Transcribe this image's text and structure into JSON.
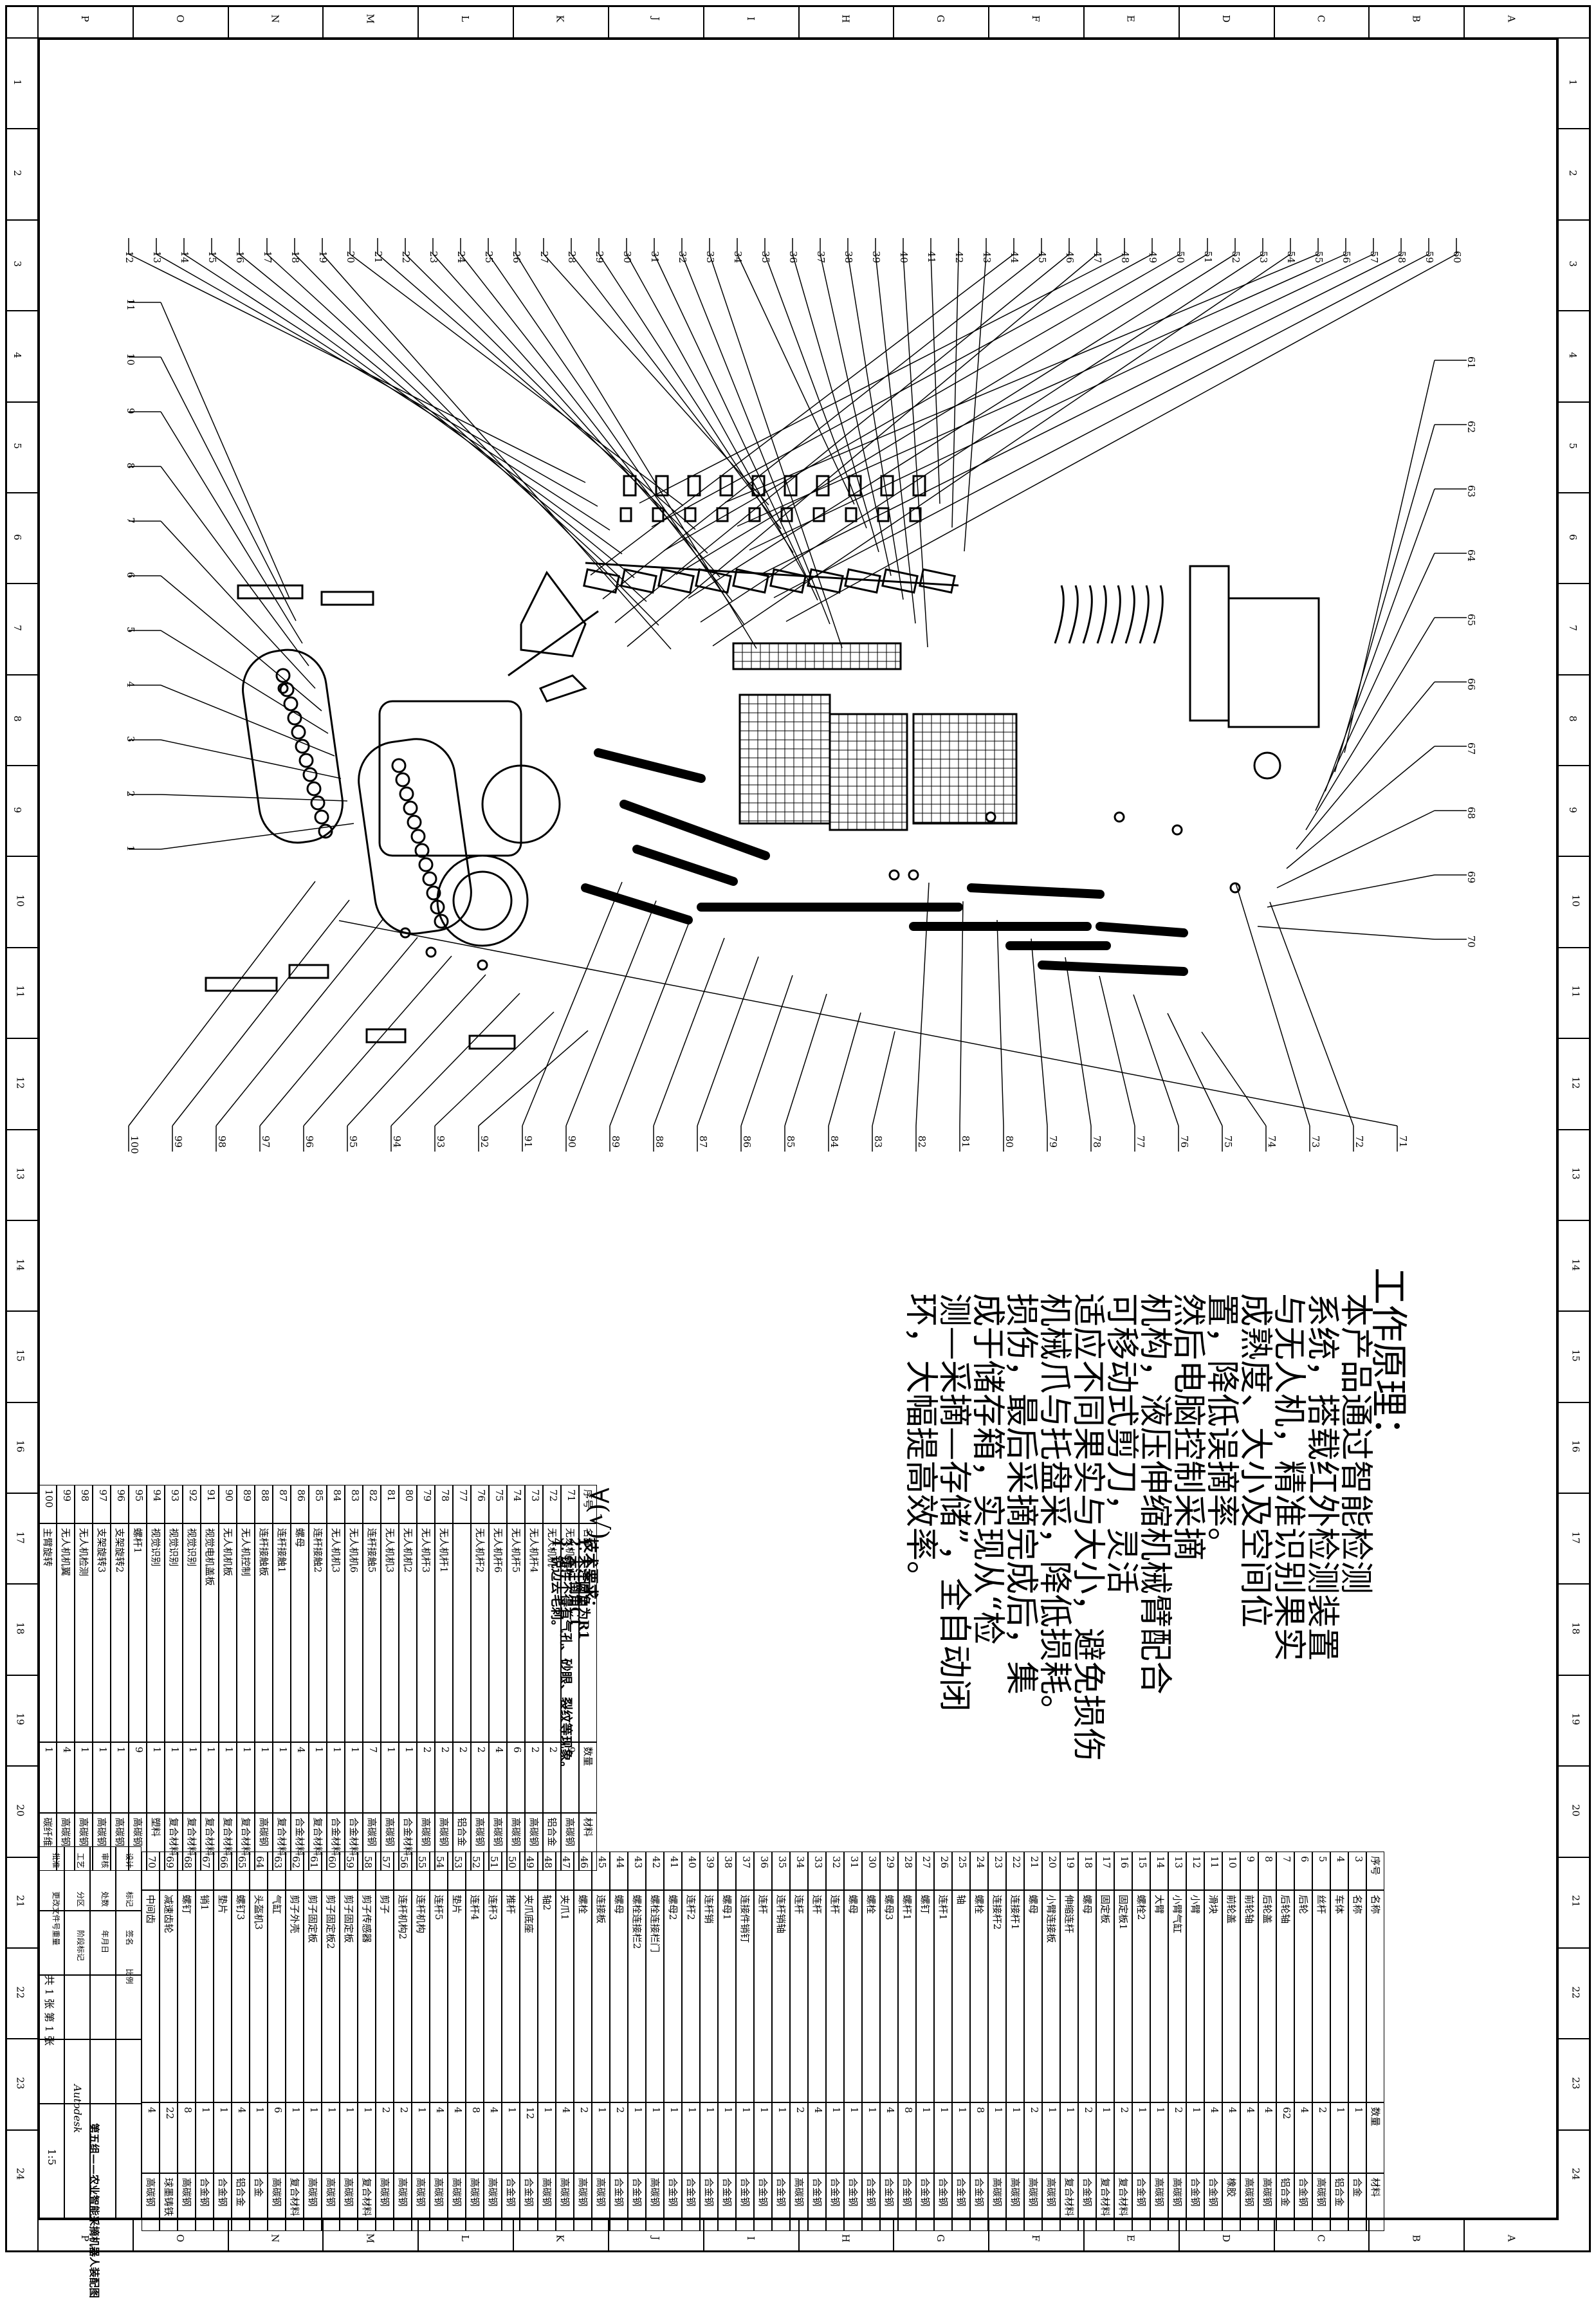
{
  "frame": {
    "cols_top": [
      "P",
      "O",
      "N",
      "M",
      "L",
      "K",
      "J",
      "I",
      "H",
      "G",
      "F",
      "E",
      "D",
      "C",
      "B",
      "A"
    ],
    "rows_side": [
      "1",
      "2",
      "3",
      "4",
      "5",
      "6",
      "7",
      "8",
      "9",
      "10",
      "11",
      "12",
      "13",
      "14",
      "15",
      "16",
      "17",
      "18",
      "19",
      "20",
      "21",
      "22",
      "23",
      "24"
    ]
  },
  "principle": {
    "title": "工作原理：",
    "lines": [
      "本产品通过智能检测",
      "系统，搭载红外检测装置",
      "与无人机，精准识别果实",
      "成熟度、大小及空间位",
      "置，降低误摘率。",
      "然后电脑控制采摘",
      "机构，液压伸缩机械臂配合",
      "可移动式剪刀，灵活",
      "适应不同果实与大小，避免损伤",
      "机械爪与托盘采，降低损耗。",
      "损伤，最后采摘完成后，集",
      "成于储存箱，实现从“检",
      "测—采摘—存储”，全自动闭",
      "环，大幅提高效率。"
    ]
  },
  "tech": {
    "title": "技术要求：",
    "items": [
      "1. 未注圆角为R1",
      "2. 未注倒角C1",
      "3. 铸件不得有气孔、砂眼、裂纹等现象。",
      "4. 锐边去毛刺。"
    ],
    "roughness": "∀(√)"
  },
  "callouts_top": [
    "12",
    "13",
    "14",
    "15",
    "16",
    "17",
    "18",
    "19",
    "20",
    "21",
    "22",
    "23",
    "24",
    "25",
    "26",
    "27",
    "28",
    "29",
    "30",
    "31",
    "32",
    "33",
    "34",
    "35",
    "36",
    "37",
    "38",
    "39",
    "40",
    "41",
    "42",
    "43",
    "44",
    "45",
    "46",
    "47",
    "48",
    "49",
    "50",
    "51",
    "52",
    "53",
    "54",
    "55",
    "56",
    "57",
    "58",
    "59",
    "60"
  ],
  "callouts_left": [
    "11",
    "10",
    "9",
    "8",
    "7",
    "6",
    "5",
    "4",
    "3",
    "2",
    "1"
  ],
  "callouts_right": [
    "61",
    "62",
    "63",
    "64",
    "65",
    "66",
    "67",
    "68",
    "69",
    "70"
  ],
  "callouts_bottom": [
    "100",
    "99",
    "98",
    "97",
    "96",
    "95",
    "94",
    "93",
    "92",
    "91",
    "90",
    "89",
    "88",
    "87",
    "86",
    "85",
    "84",
    "83",
    "82",
    "81",
    "80",
    "79",
    "78",
    "77",
    "76",
    "75",
    "74",
    "73",
    "72",
    "71"
  ],
  "bom_left": {
    "header": [
      "序号",
      "名称",
      "数量",
      "材料"
    ],
    "rows": [
      [
        "100",
        "主臂旋转",
        "1",
        "碳纤维"
      ],
      [
        "99",
        "无人机机翼",
        "4",
        "高碳钢"
      ],
      [
        "98",
        "无人机检测",
        "1",
        "高碳钢"
      ],
      [
        "97",
        "支架旋转3",
        "1",
        "高碳钢"
      ],
      [
        "96",
        "支架旋转2",
        "1",
        "高碳钢"
      ],
      [
        "95",
        "螺杆1",
        "9",
        "高碳钢"
      ],
      [
        "94",
        "视觉识别",
        "1",
        "塑料"
      ],
      [
        "93",
        "视觉识别",
        "1",
        "复合材料"
      ],
      [
        "92",
        "视觉识别",
        "1",
        "复合材料"
      ],
      [
        "91",
        "视觉电机盖板",
        "1",
        "复合材料"
      ],
      [
        "90",
        "无人机机板",
        "1",
        "复合材料"
      ],
      [
        "89",
        "无人机控制",
        "1",
        "复合材料"
      ],
      [
        "88",
        "连杆接触板",
        "1",
        "高碳钢"
      ],
      [
        "87",
        "连杆接触1",
        "1",
        "复合材料"
      ],
      [
        "86",
        "螺母",
        "4",
        "合金材料"
      ],
      [
        "85",
        "连杆接触2",
        "1",
        "复合材料"
      ],
      [
        "84",
        "无人机机3",
        "1",
        "合金材料"
      ],
      [
        "83",
        "无人机机6",
        "1",
        "合金材料"
      ],
      [
        "82",
        "连杆接触5",
        "7",
        "高碳钢"
      ],
      [
        "81",
        "无人机机3",
        "1",
        "高碳钢"
      ],
      [
        "80",
        "无人机机2",
        "1",
        "合金材料"
      ],
      [
        "79",
        "无人机杆3",
        "2",
        "高碳钢"
      ],
      [
        "78",
        "无人机杆1",
        "2",
        "高碳钢"
      ],
      [
        "77",
        "",
        "2",
        "铝合金"
      ],
      [
        "76",
        "无人机杆2",
        "2",
        "高碳钢"
      ],
      [
        "75",
        "无人机杆6",
        "4",
        "高碳钢"
      ],
      [
        "74",
        "无人机杆5",
        "6",
        "高碳钢"
      ],
      [
        "73",
        "无人机杆4",
        "2",
        "高碳钢"
      ],
      [
        "72",
        "无人机机",
        "2",
        "铝合金"
      ],
      [
        "71",
        "无人机杆1",
        "9",
        "高碳钢"
      ]
    ]
  },
  "bom_right": {
    "header": [
      "序号",
      "名称",
      "数量",
      "材料"
    ],
    "rows": [
      [
        "70",
        "中间齿",
        "4",
        "高碳钢"
      ],
      [
        "69",
        "减速齿轮",
        "22",
        "球墨铸铁"
      ],
      [
        "68",
        "螺钉",
        "8",
        "高碳钢"
      ],
      [
        "67",
        "销1",
        "1",
        "合金钢"
      ],
      [
        "66",
        "垫片",
        "1",
        "合金钢"
      ],
      [
        "65",
        "螺钉3",
        "4",
        "铝合金"
      ],
      [
        "64",
        "头盔机3",
        "1",
        "合金"
      ],
      [
        "63",
        "气缸",
        "6",
        "高碳钢"
      ],
      [
        "62",
        "剪子外壳",
        "1",
        "复合材料"
      ],
      [
        "61",
        "剪子固定板",
        "1",
        "高碳钢"
      ],
      [
        "60",
        "剪子固定板2",
        "1",
        "高碳钢"
      ],
      [
        "59",
        "剪子固定板",
        "1",
        "高碳钢"
      ],
      [
        "58",
        "剪子传感器",
        "1",
        "复合材料"
      ],
      [
        "57",
        "剪子",
        "2",
        "高碳钢"
      ],
      [
        "56",
        "连杆机构2",
        "2",
        "高碳钢"
      ],
      [
        "55",
        "连杆机构",
        "1",
        "高碳钢"
      ],
      [
        "54",
        "连杆5",
        "4",
        "高碳钢"
      ],
      [
        "53",
        "垫片",
        "4",
        "高碳钢"
      ],
      [
        "52",
        "连杆4",
        "8",
        "高碳钢"
      ],
      [
        "51",
        "连杆3",
        "4",
        "高碳钢"
      ],
      [
        "50",
        "推杆",
        "1",
        "合金钢"
      ],
      [
        "49",
        "夹爪底座",
        "12",
        "合金钢"
      ],
      [
        "48",
        "轴2",
        "1",
        "高碳钢"
      ],
      [
        "47",
        "夹爪1",
        "4",
        "高碳钢"
      ],
      [
        "46",
        "螺栓",
        "2",
        "高碳钢"
      ],
      [
        "45",
        "连接板",
        "1",
        "高碳钢"
      ],
      [
        "44",
        "螺母",
        "2",
        "合金钢"
      ],
      [
        "43",
        "螺栓连接栏2",
        "1",
        "合金钢"
      ],
      [
        "42",
        "螺栓连接栏门",
        "1",
        "高碳钢"
      ],
      [
        "41",
        "螺母2",
        "1",
        "合金钢"
      ],
      [
        "40",
        "连杆2",
        "1",
        "合金钢"
      ],
      [
        "39",
        "连杆销",
        "1",
        "合金钢"
      ],
      [
        "38",
        "螺母1",
        "1",
        "合金钢"
      ],
      [
        "37",
        "连接件销钉",
        "1",
        "合金钢"
      ],
      [
        "36",
        "连杆",
        "1",
        "合金钢"
      ],
      [
        "35",
        "连杆销轴",
        "1",
        "合金钢"
      ],
      [
        "34",
        "连杆",
        "2",
        "高碳钢"
      ],
      [
        "33",
        "连杆",
        "4",
        "合金钢"
      ],
      [
        "32",
        "连杆",
        "1",
        "合金钢"
      ],
      [
        "31",
        "螺母",
        "1",
        "合金钢"
      ],
      [
        "30",
        "螺栓",
        "1",
        "合金钢"
      ],
      [
        "29",
        "螺母3",
        "4",
        "合金钢"
      ],
      [
        "28",
        "螺杆1",
        "8",
        "合金钢"
      ],
      [
        "27",
        "螺钉",
        "1",
        "合金钢"
      ],
      [
        "26",
        "连杆1",
        "1",
        "合金钢"
      ],
      [
        "25",
        "轴",
        "1",
        "合金钢"
      ],
      [
        "24",
        "螺栓",
        "8",
        "合金钢"
      ],
      [
        "23",
        "连接杆2",
        "1",
        "高碳钢"
      ],
      [
        "22",
        "连接杆1",
        "1",
        "高碳钢"
      ],
      [
        "21",
        "螺母",
        "2",
        "高碳钢"
      ],
      [
        "20",
        "小臂连接板",
        "1",
        "高碳钢"
      ],
      [
        "19",
        "伸缩连杆",
        "1",
        "复合材料"
      ],
      [
        "18",
        "螺母",
        "2",
        "合金钢"
      ],
      [
        "17",
        "固定板",
        "1",
        "复合材料"
      ],
      [
        "16",
        "固定板1",
        "2",
        "复合材料"
      ],
      [
        "15",
        "螺栓2",
        "1",
        "合金钢"
      ],
      [
        "14",
        "大臂",
        "1",
        "高碳钢"
      ],
      [
        "13",
        "小臂气缸",
        "2",
        "高碳钢"
      ],
      [
        "12",
        "小臂",
        "1",
        "合金钢"
      ],
      [
        "11",
        "滑块",
        "4",
        "合金钢"
      ],
      [
        "10",
        "前轮盖",
        "4",
        "橡胶"
      ],
      [
        "9",
        "前轮轴",
        "4",
        "高碳钢"
      ],
      [
        "8",
        "后轮盖",
        "4",
        "高碳钢"
      ],
      [
        "7",
        "后轮轴",
        "62",
        "铝合金"
      ],
      [
        "6",
        "后轮",
        "4",
        "合金钢"
      ],
      [
        "5",
        "丝杆",
        "2",
        "高碳钢"
      ],
      [
        "4",
        "车体",
        "1",
        "铝合金"
      ],
      [
        "3",
        "名称",
        "1",
        "合金"
      ]
    ]
  },
  "title_block": {
    "drawing_title": "第五组——农业智能采摘机器人装配图",
    "scale": "1:5",
    "sheets": "共 1 张 第 1 张",
    "mark": "Autodesk",
    "labels": [
      "设计",
      "审核",
      "工艺",
      "批准",
      "标记",
      "处数",
      "分区",
      "更改文件号",
      "签名",
      "年月日",
      "阶段标记",
      "重量",
      "比例"
    ]
  }
}
